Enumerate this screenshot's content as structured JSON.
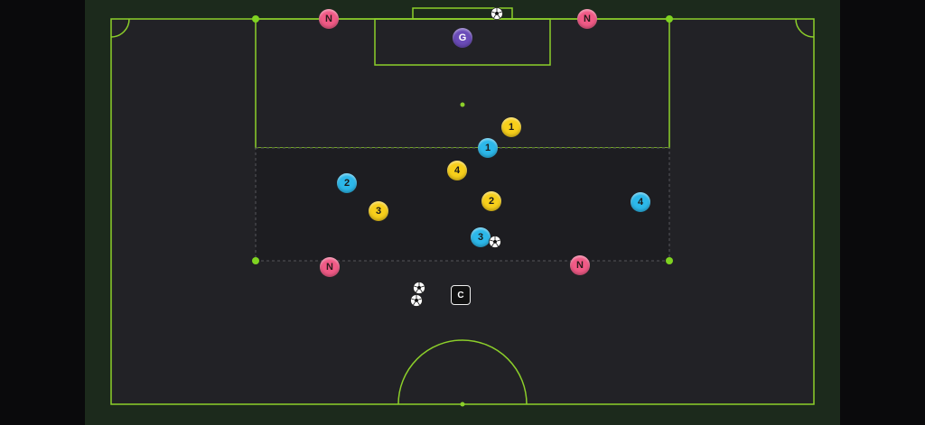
{
  "colors": {
    "pitch": "#222226",
    "pitch_frame": "#1c2a1c",
    "line": "#8ccf2a",
    "marker": "#7fd321",
    "team_yellow": "#f7cf1b",
    "team_blue": "#2cb8ea",
    "neutral": "#f05a86",
    "goalkeeper": "#6a4bb8",
    "coach": "#111111"
  },
  "players": {
    "yellow": [
      {
        "label": "1"
      },
      {
        "label": "4"
      },
      {
        "label": "2"
      },
      {
        "label": "3"
      }
    ],
    "blue": [
      {
        "label": "1"
      },
      {
        "label": "2"
      },
      {
        "label": "4"
      },
      {
        "label": "3"
      }
    ],
    "neutral": [
      {
        "label": "N"
      },
      {
        "label": "N"
      },
      {
        "label": "N"
      },
      {
        "label": "N"
      }
    ],
    "goalkeeper": {
      "label": "G"
    },
    "coach": {
      "label": "C"
    }
  },
  "icons": {
    "ball": "soccer-ball-icon",
    "marker": "corner-marker-dot"
  }
}
